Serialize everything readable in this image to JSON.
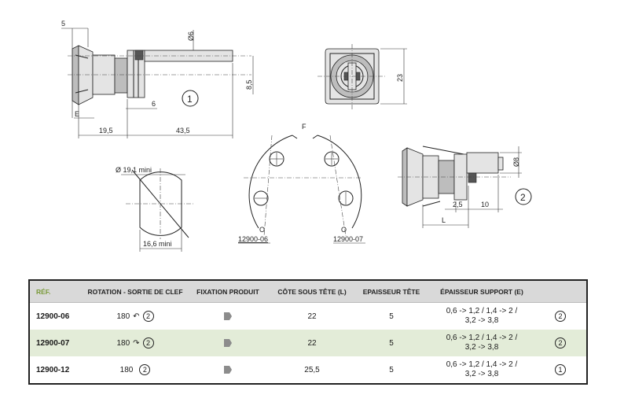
{
  "drawing": {
    "dims": {
      "d5": "5",
      "d6_dia": "Ø6",
      "d8_5": "8,5",
      "d6": "6",
      "dE": "E",
      "d19_5": "19,5",
      "d43_5": "43,5",
      "d23": "23",
      "d19_1": "Ø 19,1 mini",
      "d16_6": "16,6 mini",
      "dF": "F",
      "dO_left": "O",
      "dO_right": "O",
      "ref_left": "12900-06",
      "ref_right": "12900-07",
      "d8_dia": "Ø8",
      "d2_5": "2,5",
      "d10": "10",
      "dL": "L",
      "fig1": "1",
      "fig2": "2"
    }
  },
  "table": {
    "headers": {
      "ref": "RÉF.",
      "rotation": "ROTATION - SORTIE DE CLEF",
      "fixation": "FIXATION PRODUIT",
      "cote": "CÔTE SOUS TÊTE (L)",
      "epaisseur_tete": "EPAISSEUR TÊTE",
      "epaisseur_support": "ÉPAISSEUR SUPPORT (E)"
    },
    "rows": [
      {
        "ref": "12900-06",
        "rotation": "180",
        "arrow": "↶",
        "key_out": "2",
        "cote": "22",
        "ep_tete": "5",
        "support_1": "0,6 -> 1,2 / 1,4 -> 2 /",
        "support_2": "3,2 -> 3,8",
        "note": "2"
      },
      {
        "ref": "12900-07",
        "rotation": "180",
        "arrow": "↷",
        "key_out": "2",
        "cote": "22",
        "ep_tete": "5",
        "support_1": "0,6 -> 1,2 / 1,4 -> 2 /",
        "support_2": "3,2 -> 3,8",
        "note": "2"
      },
      {
        "ref": "12900-12",
        "rotation": "180",
        "arrow": "",
        "key_out": "2",
        "cote": "25,5",
        "ep_tete": "5",
        "support_1": "0,6 -> 1,2 / 1,4 -> 2 /",
        "support_2": "3,2 -> 3,8",
        "note": "1"
      }
    ]
  },
  "colors": {
    "header_bg": "#d9d9d9",
    "alt_row": "#e3ecd8",
    "ref_header": "#7a9a3a",
    "fixation_icon": "#8c8c8c"
  },
  "icons": {
    "fixation": "fixation-square-icon"
  }
}
